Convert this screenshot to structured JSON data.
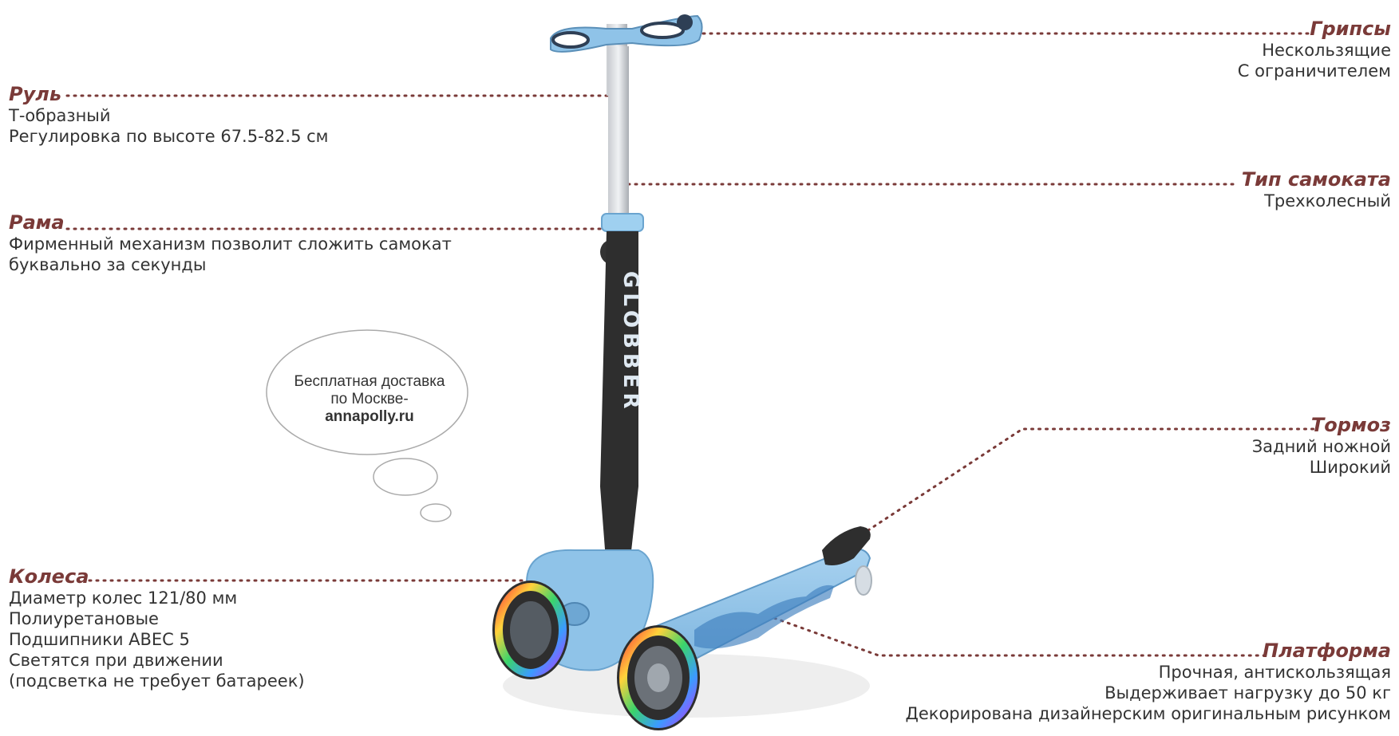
{
  "callouts": {
    "grips": {
      "title": "Грипсы",
      "lines": [
        "Нескользящие",
        "С ограничителем"
      ]
    },
    "handlebar": {
      "title": "Руль",
      "lines": [
        "Т-образный",
        "Регулировка по высоте 67.5-82.5 см"
      ]
    },
    "scooter_type": {
      "title": "Тип самоката",
      "lines": [
        "Трехколесный"
      ]
    },
    "frame": {
      "title": "Рама",
      "lines": [
        "Фирменный механизм позволит сложить самокат",
        "буквально за секунды"
      ]
    },
    "brake": {
      "title": "Тормоз",
      "lines": [
        "Задний ножной",
        "Широкий"
      ]
    },
    "wheels": {
      "title": "Колеса",
      "lines": [
        "Диаметр колес 121/80 мм",
        "Полиуретановые",
        "Подшипники ABEC 5",
        "Светятся при движении",
        "(подсветка не требует батареек)"
      ]
    },
    "platform": {
      "title": "Платформа",
      "lines": [
        "Прочная, антискользящая",
        "Выдерживает нагрузку до 50 кг",
        "Декорирована дизайнерским оригинальным рисунком"
      ]
    }
  },
  "bubble": {
    "line1": "Бесплатная доставка",
    "line2": "по Москве-",
    "site": "annapolly.ru"
  },
  "colors": {
    "label_title": "#7a3a38",
    "dot_line": "#7a3a38",
    "scooter_blue": "#8fc3e8",
    "stem_dark": "#2e2e2e"
  }
}
